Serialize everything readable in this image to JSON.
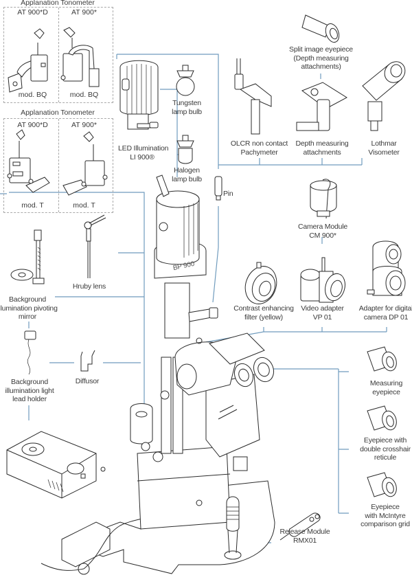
{
  "title": "Slit lamp accessories overview",
  "tonometer_groups": [
    {
      "title": "Applanation Tonometer",
      "items": [
        {
          "model": "AT 900*D",
          "variant": "mod. BQ"
        },
        {
          "model": "AT 900*",
          "variant": "mod. BQ"
        }
      ]
    },
    {
      "title": "Applanation Tonometer",
      "items": [
        {
          "model": "AT 900*D",
          "variant": "mod. T"
        },
        {
          "model": "AT 900*",
          "variant": "mod. T"
        }
      ]
    }
  ],
  "illumination": {
    "led": [
      "LED Illumination",
      "LI 900®"
    ],
    "tungsten": [
      "Tungsten",
      "lamp bulb"
    ],
    "halogen": [
      "Halogen",
      "lamp bulb"
    ],
    "pin": "Pin"
  },
  "top_accessories": {
    "split_image": [
      "Split image eyepiece",
      "(Depth measuring",
      "attachments)"
    ],
    "olcr": [
      "OLCR non contact",
      "Pachymeter"
    ],
    "depth": [
      "Depth measuring",
      "attachments"
    ],
    "lothmar": [
      "Lothmar",
      "Visometer"
    ]
  },
  "imaging": {
    "camera_module": [
      "Camera Module",
      "CM 900*"
    ],
    "contrast_filter": [
      "Contrast enhancing",
      "filter (yellow)"
    ],
    "video_adapter": [
      "Video adapter",
      "VP 01"
    ],
    "digital_adapter": [
      "Adapter for digital",
      "camera DP 01"
    ]
  },
  "left_accessories": {
    "hruby": "Hruby lens",
    "pivot_mirror": [
      "Background",
      "illumination pivoting",
      "mirror"
    ],
    "lead_holder": [
      "Background",
      "illumination light",
      "lead holder"
    ],
    "diffusor": "Diffusor"
  },
  "eyepieces": {
    "measuring": [
      "Measuring",
      "eyepiece"
    ],
    "crosshair": [
      "Eyepiece with",
      "double crosshair",
      "reticule"
    ],
    "mcintyre": [
      "Eyepiece",
      "with McIntyre",
      "comparison grid"
    ]
  },
  "release_module": [
    "Release Module",
    "RMX01"
  ],
  "main_unit_marking": "BP 900",
  "colors": {
    "connector": "#6f9bbd",
    "ink": "#2a2a2a",
    "dashed_box": "#a8a8a8"
  }
}
